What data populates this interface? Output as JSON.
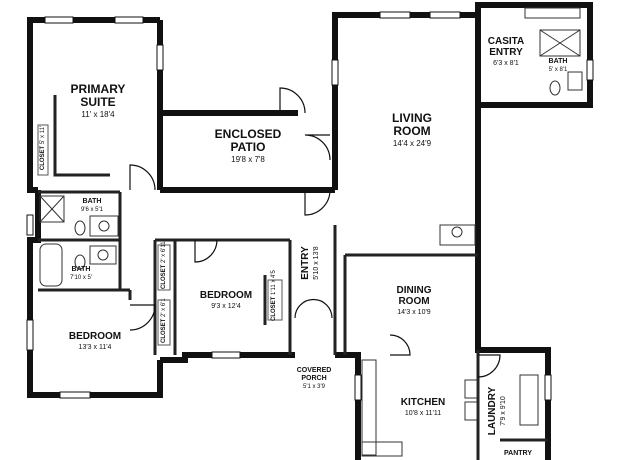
{
  "rooms": {
    "primary_suite": {
      "name_line1": "PRIMARY",
      "name_line2": "SUITE",
      "dim": "11' x 18'4"
    },
    "enclosed_patio": {
      "name_line1": "ENCLOSED",
      "name_line2": "PATIO",
      "dim": "19'8 x 7'8"
    },
    "living_room": {
      "name_line1": "LIVING",
      "name_line2": "ROOM",
      "dim": "14'4 x 24'9"
    },
    "casita_entry": {
      "name_line1": "CASITA",
      "name_line2": "ENTRY",
      "dim": "6'3 x 8'1"
    },
    "casita_bath": {
      "name": "BATH",
      "dim": "5' x 8'1"
    },
    "bath_upper": {
      "name": "BATH",
      "dim": "9'6 x 5'1"
    },
    "bath_lower": {
      "name": "BATH",
      "dim": "7'10 x 5'"
    },
    "bedroom_center": {
      "name": "BEDROOM",
      "dim": "9'3 x 12'4"
    },
    "bedroom_left": {
      "name": "BEDROOM",
      "dim": "13'3 x 11'4"
    },
    "entry": {
      "name": "ENTRY",
      "dim": "5'10 x 13'8"
    },
    "dining_room": {
      "name_line1": "DINING",
      "name_line2": "ROOM",
      "dim": "14'3 x 10'9"
    },
    "kitchen": {
      "name": "KITCHEN",
      "dim": "10'8 x 11'11"
    },
    "laundry": {
      "name": "LAUNDRY",
      "dim": "7'9 x 9'10"
    },
    "pantry": {
      "name": "PANTRY"
    },
    "covered_porch": {
      "name_line1": "COVERED",
      "name_line2": "PORCH",
      "dim": "5'1 x 3'9"
    }
  },
  "closets": {
    "primary": {
      "name": "CLOSET",
      "dim": "5' x 11'"
    },
    "bedroom_a": {
      "name": "CLOSET",
      "dim": "2' x 6'11"
    },
    "bedroom_b": {
      "name": "CLOSET",
      "dim": "2' x 6'1"
    },
    "entry": {
      "name": "CLOSET",
      "dim": "1'11 x 4'5"
    }
  }
}
